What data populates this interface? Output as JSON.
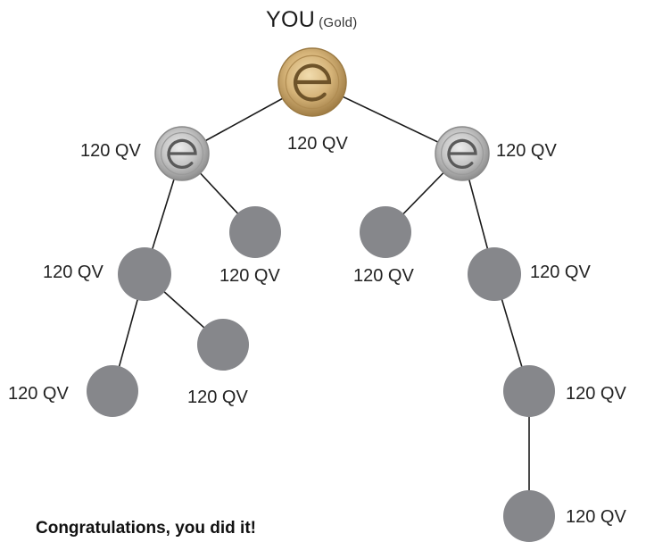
{
  "root": {
    "title": "YOU",
    "rank": "(Gold)",
    "qv": "120 QV",
    "badge": "gold-e-coin"
  },
  "nodes": [
    {
      "id": "L1",
      "qv": "120 QV",
      "badge": "silver-e-coin"
    },
    {
      "id": "R1",
      "qv": "120 QV",
      "badge": "silver-e-coin"
    },
    {
      "id": "L1a",
      "qv": "120 QV",
      "badge": "none"
    },
    {
      "id": "L1b",
      "qv": "120 QV",
      "badge": "none"
    },
    {
      "id": "R1a",
      "qv": "120 QV",
      "badge": "none"
    },
    {
      "id": "R1b",
      "qv": "120 QV",
      "badge": "none"
    },
    {
      "id": "L2a",
      "qv": "120 QV",
      "badge": "none"
    },
    {
      "id": "L2b",
      "qv": "120 QV",
      "badge": "none"
    },
    {
      "id": "R2",
      "qv": "120 QV",
      "badge": "none"
    },
    {
      "id": "R3",
      "qv": "120 QV",
      "badge": "none"
    }
  ],
  "edges": [
    [
      "root",
      "L1"
    ],
    [
      "root",
      "R1"
    ],
    [
      "L1",
      "L1a"
    ],
    [
      "L1",
      "L1b"
    ],
    [
      "R1",
      "R1a"
    ],
    [
      "R1",
      "R1b"
    ],
    [
      "L1a",
      "L2a"
    ],
    [
      "L1a",
      "L2b"
    ],
    [
      "R1b",
      "R2"
    ],
    [
      "R2",
      "R3"
    ]
  ],
  "colors": {
    "gold": "#c9a463",
    "silver": "#b4b4b4",
    "node": "#86878b",
    "line": "#1a1a1a"
  },
  "message": "Congratulations, you did it!"
}
